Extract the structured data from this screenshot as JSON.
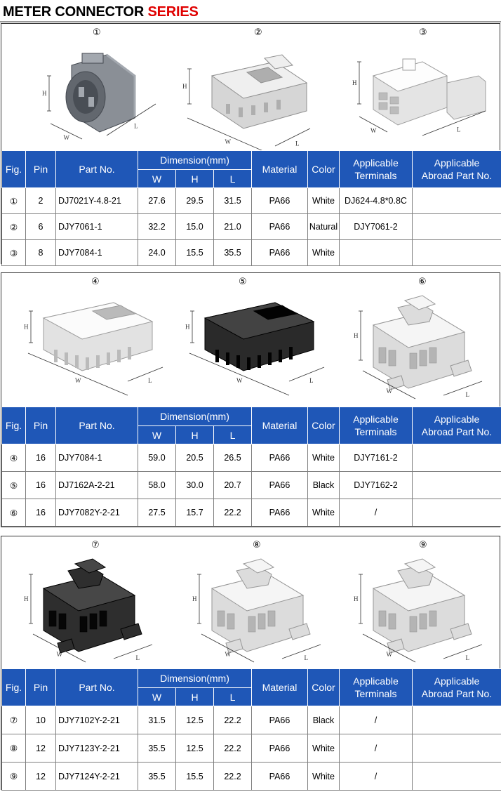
{
  "header": {
    "title_black": "METER CONNECTOR ",
    "title_red": "SERIES"
  },
  "columns": {
    "fig": "Fig.",
    "pin": "Pin",
    "part_no": "Part No.",
    "dimension": "Dimension(mm)",
    "w": "W",
    "h": "H",
    "l": "L",
    "material": "Material",
    "color": "Color",
    "terminals_1": "Applicable",
    "terminals_2": "Terminals",
    "abroad_1": "Applicable",
    "abroad_2": "Abroad Part No."
  },
  "dim_labels": {
    "h": "H",
    "w": "W",
    "l": "L"
  },
  "sections": [
    {
      "figures": [
        {
          "num": "①",
          "color": "#8a8f96",
          "icon": "round-connector-icon"
        },
        {
          "num": "②",
          "color": "#d6d6d6",
          "icon": "slim-connector-icon"
        },
        {
          "num": "③",
          "color": "#e4e4e4",
          "icon": "block-connector-icon"
        }
      ],
      "rows": [
        {
          "fig": "①",
          "pin": "2",
          "part": "DJ7021Y-4.8-21",
          "w": "27.6",
          "h": "29.5",
          "l": "31.5",
          "material": "PA66",
          "color": "White",
          "terminals": "DJ624-4.8*0.8C",
          "abroad": ""
        },
        {
          "fig": "②",
          "pin": "6",
          "part": "DJY7061-1",
          "w": "32.2",
          "h": "15.0",
          "l": "21.0",
          "material": "PA66",
          "color": "Natural",
          "terminals": "DJY7061-2",
          "abroad": ""
        },
        {
          "fig": "③",
          "pin": "8",
          "part": "DJY7084-1",
          "w": "24.0",
          "h": "15.5",
          "l": "35.5",
          "material": "PA66",
          "color": "White",
          "terminals": "",
          "abroad": ""
        }
      ]
    },
    {
      "figures": [
        {
          "num": "④",
          "color": "#e2e2e2",
          "icon": "long-connector-icon"
        },
        {
          "num": "⑤",
          "color": "#2a2a2a",
          "icon": "black-long-connector-icon"
        },
        {
          "num": "⑥",
          "color": "#dcdcdc",
          "icon": "latch-connector-icon"
        }
      ],
      "rows": [
        {
          "fig": "④",
          "pin": "16",
          "part": "DJY7084-1",
          "w": "59.0",
          "h": "20.5",
          "l": "26.5",
          "material": "PA66",
          "color": "White",
          "terminals": "DJY7161-2",
          "abroad": ""
        },
        {
          "fig": "⑤",
          "pin": "16",
          "part": "DJ7162A-2-21",
          "w": "58.0",
          "h": "30.0",
          "l": "20.7",
          "material": "PA66",
          "color": "Black",
          "terminals": "DJY7162-2",
          "abroad": ""
        },
        {
          "fig": "⑥",
          "pin": "16",
          "part": "DJY7082Y-2-21",
          "w": "27.5",
          "h": "15.7",
          "l": "22.2",
          "material": "PA66",
          "color": "White",
          "terminals": "/",
          "abroad": ""
        }
      ]
    },
    {
      "figures": [
        {
          "num": "⑦",
          "color": "#2e2e2e",
          "icon": "black-latch-connector-icon"
        },
        {
          "num": "⑧",
          "color": "#dcdcdc",
          "icon": "latch-connector-icon"
        },
        {
          "num": "⑨",
          "color": "#dcdcdc",
          "icon": "latch-connector-icon"
        }
      ],
      "rows": [
        {
          "fig": "⑦",
          "pin": "10",
          "part": "DJY7102Y-2-21",
          "w": "31.5",
          "h": "12.5",
          "l": "22.2",
          "material": "PA66",
          "color": "Black",
          "terminals": "/",
          "abroad": ""
        },
        {
          "fig": "⑧",
          "pin": "12",
          "part": "DJY7123Y-2-21",
          "w": "35.5",
          "h": "12.5",
          "l": "22.2",
          "material": "PA66",
          "color": "White",
          "terminals": "/",
          "abroad": ""
        },
        {
          "fig": "⑨",
          "pin": "12",
          "part": "DJY7124Y-2-21",
          "w": "35.5",
          "h": "15.5",
          "l": "22.2",
          "material": "PA66",
          "color": "White",
          "terminals": "/",
          "abroad": ""
        }
      ]
    }
  ]
}
